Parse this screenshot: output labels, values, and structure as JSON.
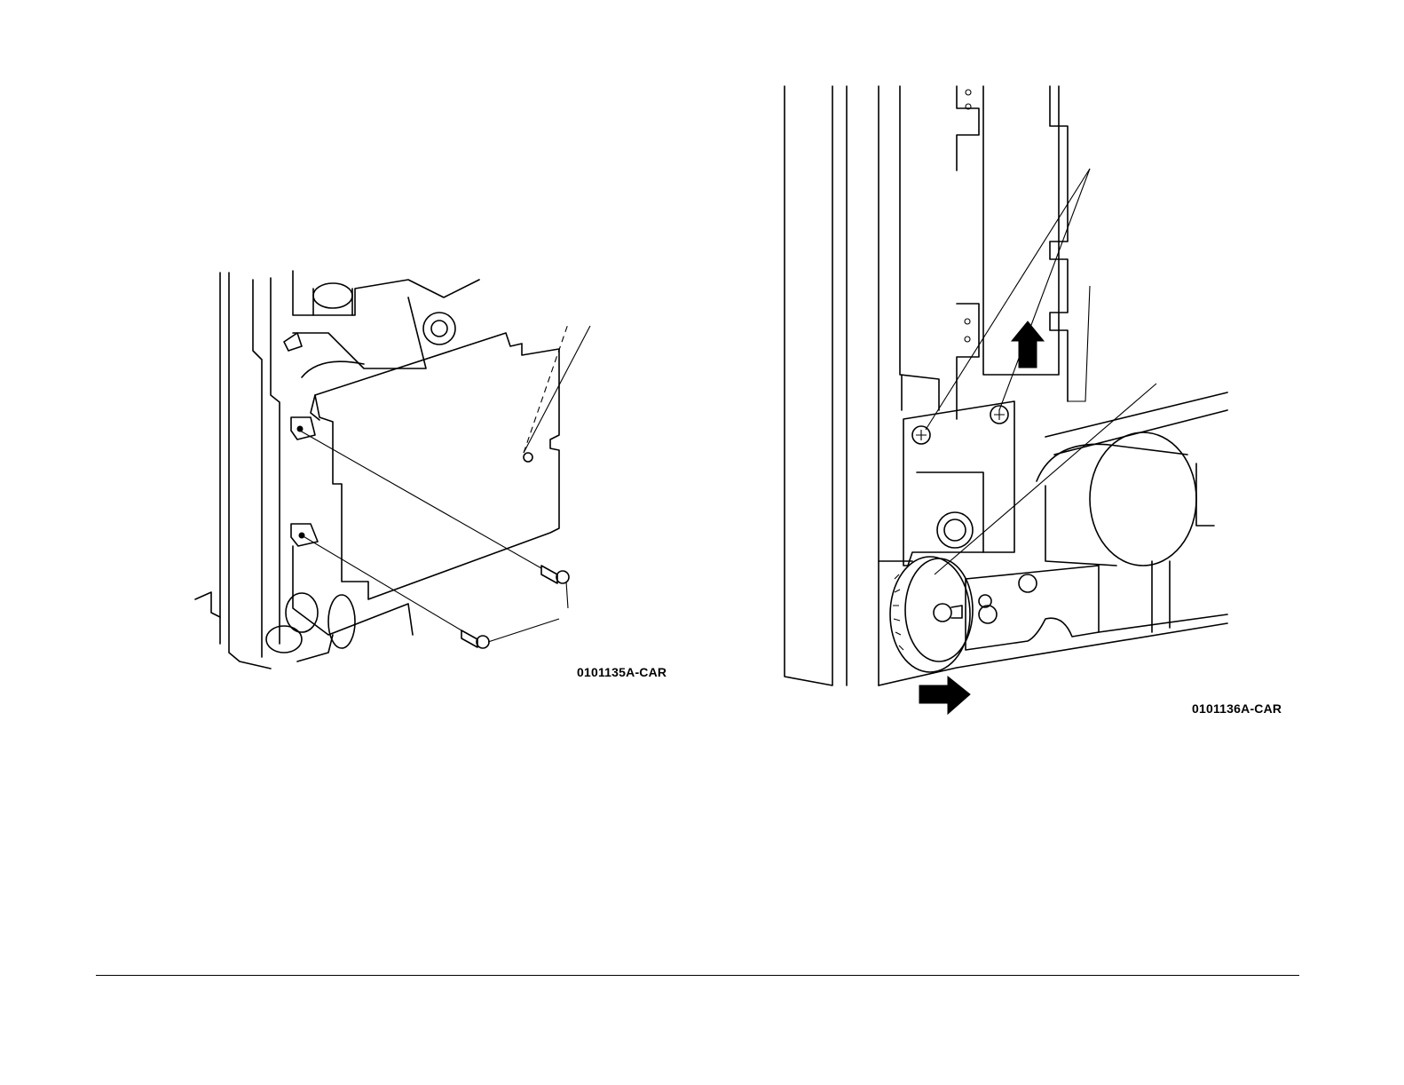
{
  "figures": [
    {
      "id": "0101135A-CAR",
      "description_name": "cover-removal-illustration"
    },
    {
      "id": "0101136A-CAR",
      "description_name": "motor-gear-removal-illustration"
    }
  ]
}
